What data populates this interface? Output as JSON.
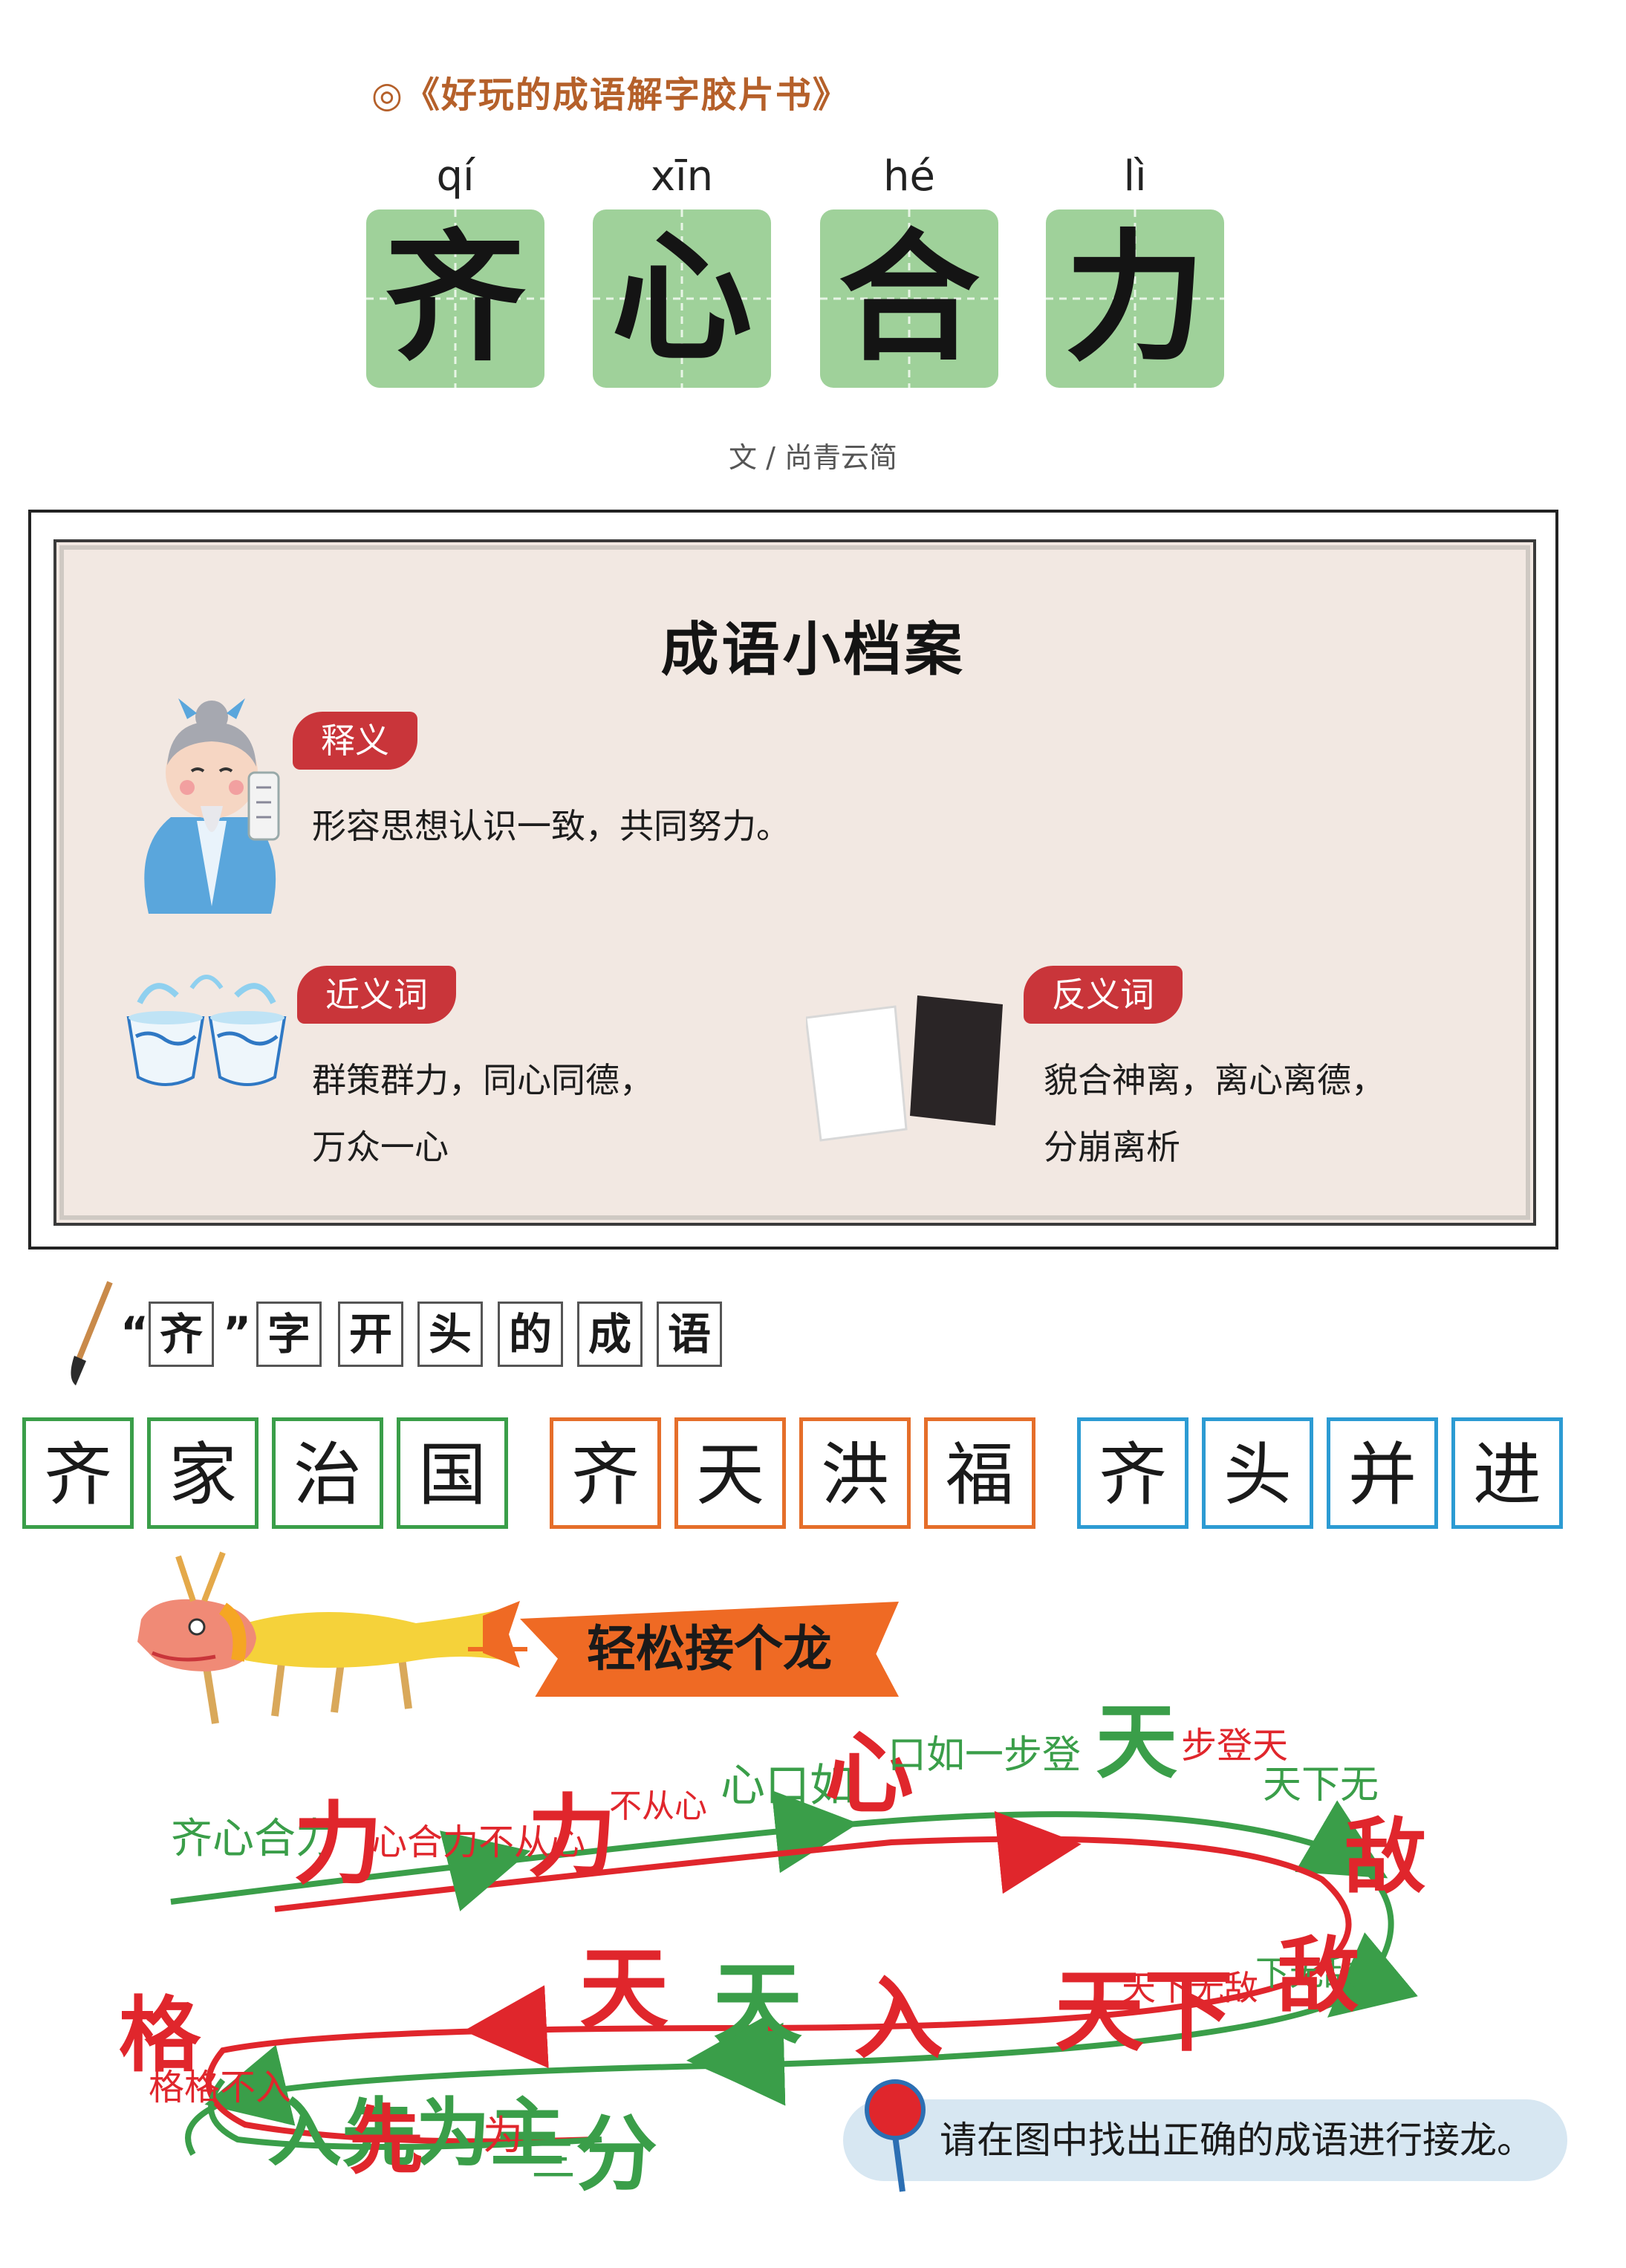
{
  "header": {
    "book_title": "◎《好玩的成语解字胶片书》",
    "idiom": [
      {
        "char": "齐",
        "pinyin": "qí"
      },
      {
        "char": "心",
        "pinyin": "xīn"
      },
      {
        "char": "合",
        "pinyin": "hé"
      },
      {
        "char": "力",
        "pinyin": "lì"
      }
    ],
    "author": "文 / 尚青云简"
  },
  "profile": {
    "title": "成语小档案",
    "meaning": {
      "label": "释义",
      "text": "形容思想认识一致，共同努力。"
    },
    "synonyms": {
      "label": "近义词",
      "line1": "群策群力，同心同德，",
      "line2": "万众一心"
    },
    "antonyms": {
      "label": "反义词",
      "line1": "貌合神离，离心离德，",
      "line2": "分崩离析"
    }
  },
  "starting_with": {
    "quote_open": "“",
    "quote_close": "”",
    "chars": [
      "齐",
      "字",
      "开",
      "头",
      "的",
      "成",
      "语"
    ],
    "idioms": [
      {
        "chars": [
          "齐",
          "家",
          "治",
          "国"
        ],
        "color": "#3a9e49"
      },
      {
        "chars": [
          "齐",
          "天",
          "洪",
          "福"
        ],
        "color": "#e56e2a"
      },
      {
        "chars": [
          "齐",
          "头",
          "并",
          "进"
        ],
        "color": "#2c9bd3"
      }
    ]
  },
  "dragon": {
    "banner": "轻松接个龙",
    "chain_texts": [
      "齐心合力",
      "力",
      "心合力不从心",
      "力",
      "不从心",
      "心口如",
      "心",
      "口如一步登",
      "天",
      "步登天",
      "天下无",
      "敌",
      "天下无敌",
      "天下",
      "下无敌",
      "敌",
      "入",
      "天",
      "天",
      "格",
      "格格不入",
      "入先为主",
      "为",
      "三",
      "分",
      "先"
    ],
    "hint": "请在图中找出正确的成语进行接龙。"
  },
  "colors": {
    "green": "#3a9e49",
    "red": "#e0262c",
    "tag_red": "#c9353a",
    "card_bg": "#f2e8e2",
    "tile_green": "#9fd19a"
  }
}
